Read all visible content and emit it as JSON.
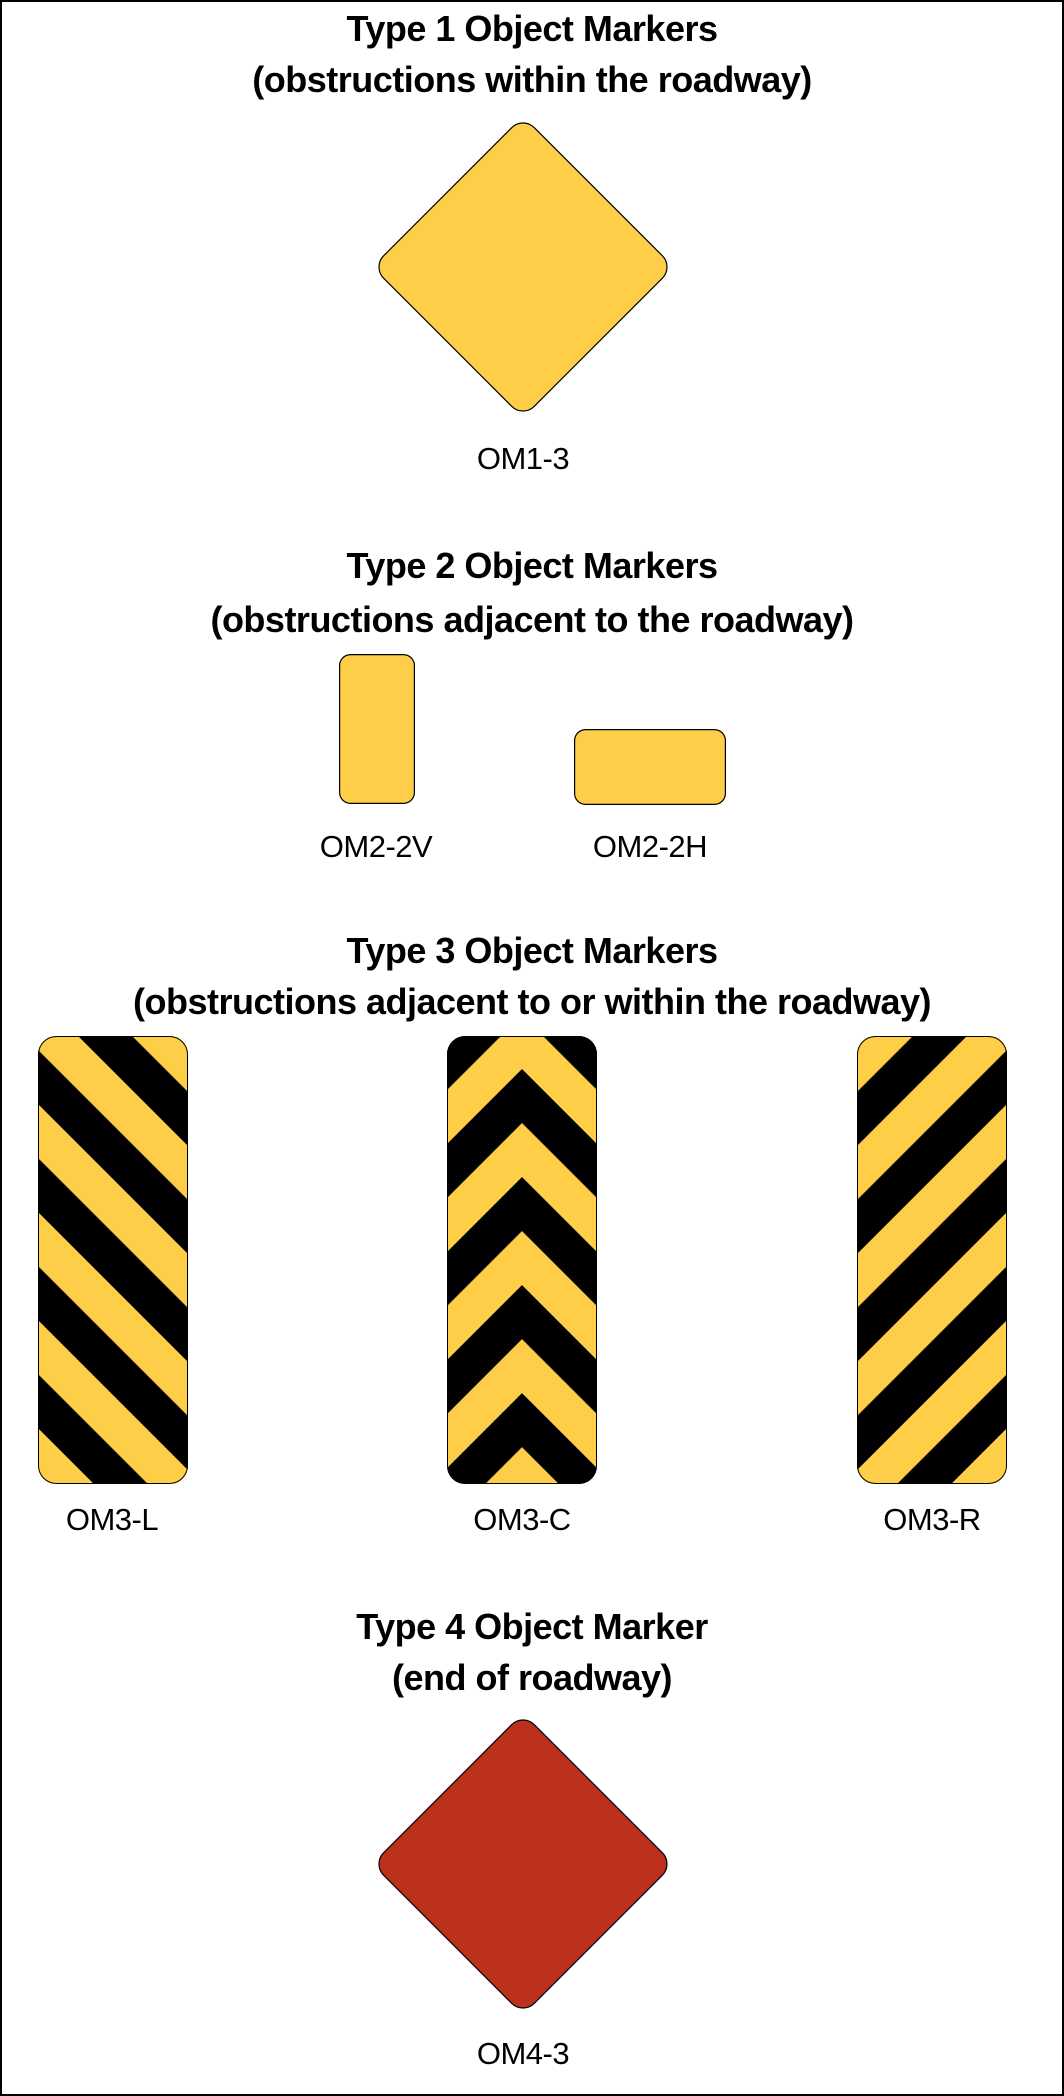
{
  "colors": {
    "yellow": "#FECE48",
    "black": "#000000",
    "red": "#BD301C"
  },
  "sections": [
    {
      "title": "Type 1 Object Markers",
      "subtitle": "(obstructions within the roadway)",
      "signs": [
        {
          "code": "OM1-3",
          "shape": "diamond",
          "color": "yellow"
        }
      ]
    },
    {
      "title": "Type 2 Object Markers",
      "subtitle": "(obstructions adjacent to the roadway)",
      "signs": [
        {
          "code": "OM2-2V",
          "shape": "vertical-rectangle",
          "color": "yellow"
        },
        {
          "code": "OM2-2H",
          "shape": "horizontal-rectangle",
          "color": "yellow"
        }
      ]
    },
    {
      "title": "Type 3 Object Markers",
      "subtitle": "(obstructions adjacent to or within the roadway)",
      "signs": [
        {
          "code": "OM3-L",
          "shape": "striped-left"
        },
        {
          "code": "OM3-C",
          "shape": "chevron-center"
        },
        {
          "code": "OM3-R",
          "shape": "striped-right"
        }
      ]
    },
    {
      "title": "Type 4 Object Marker",
      "subtitle": "(end of roadway)",
      "signs": [
        {
          "code": "OM4-3",
          "shape": "diamond",
          "color": "red"
        }
      ]
    }
  ]
}
